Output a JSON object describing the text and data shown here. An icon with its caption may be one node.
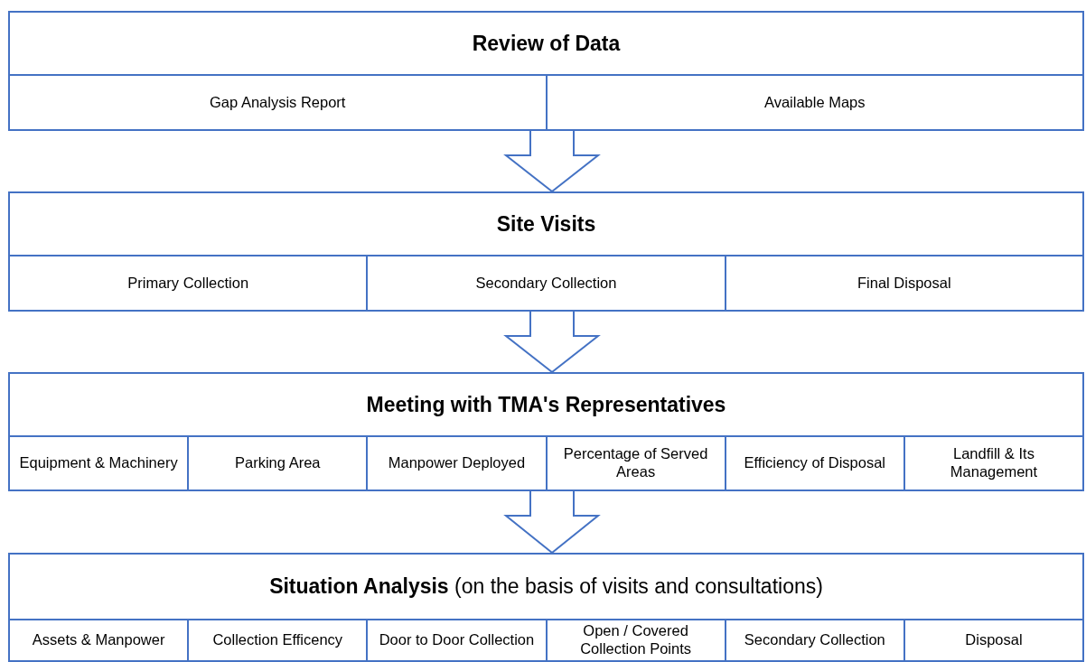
{
  "diagram": {
    "nodes": [
      {
        "text": [
          "Review of Data"
        ]
      },
      {
        "text": [
          "Gap Analysis Report"
        ],
        "in": 0
      },
      {
        "text": [
          "Available Maps"
        ],
        "in": 0
      },
      {
        "text": [
          "Site Visits"
        ]
      },
      {
        "text": [
          "Primary Collection"
        ],
        "in": 3
      },
      {
        "text": [
          "Secondary Collection"
        ],
        "in": 3
      },
      {
        "text": [
          "Final Disposal"
        ],
        "in": 3
      },
      {
        "text": [
          "Meeting with TMA's Representatives"
        ]
      },
      {
        "text": [
          "Equipment & Machinery"
        ],
        "in": 7
      },
      {
        "text": [
          "Parking Area"
        ],
        "in": 7
      },
      {
        "text": [
          "Manpower Deployed"
        ],
        "in": 7
      },
      {
        "text": [
          "Percentage of Served Areas"
        ],
        "in": 7
      },
      {
        "text": [
          "Efficiency of Disposal"
        ],
        "in": 7
      },
      {
        "text": [
          "Landfill & Its Management"
        ],
        "in": 7
      },
      {
        "text": [
          "**Situation Analysis** (on the basis of visits and consultations)"
        ]
      },
      {
        "text": [
          "Assets & Manpower"
        ],
        "in": 14
      },
      {
        "text": [
          "Collection Efficency"
        ],
        "in": 14
      },
      {
        "text": [
          "Door to Door Collection"
        ],
        "in": 14
      },
      {
        "text": [
          "Open / Covered Collection Points"
        ],
        "in": 14
      },
      {
        "text": [
          "Secondary Collection"
        ],
        "in": 14
      },
      {
        "text": [
          "Disposal"
        ],
        "in": 14
      }
    ],
    "edges": [
      {
        "from": 0,
        "to": 3,
        "arrow": "to"
      },
      {
        "from": 3,
        "to": 7,
        "arrow": "to"
      },
      {
        "from": 7,
        "to": 14,
        "arrow": "to"
      }
    ]
  }
}
